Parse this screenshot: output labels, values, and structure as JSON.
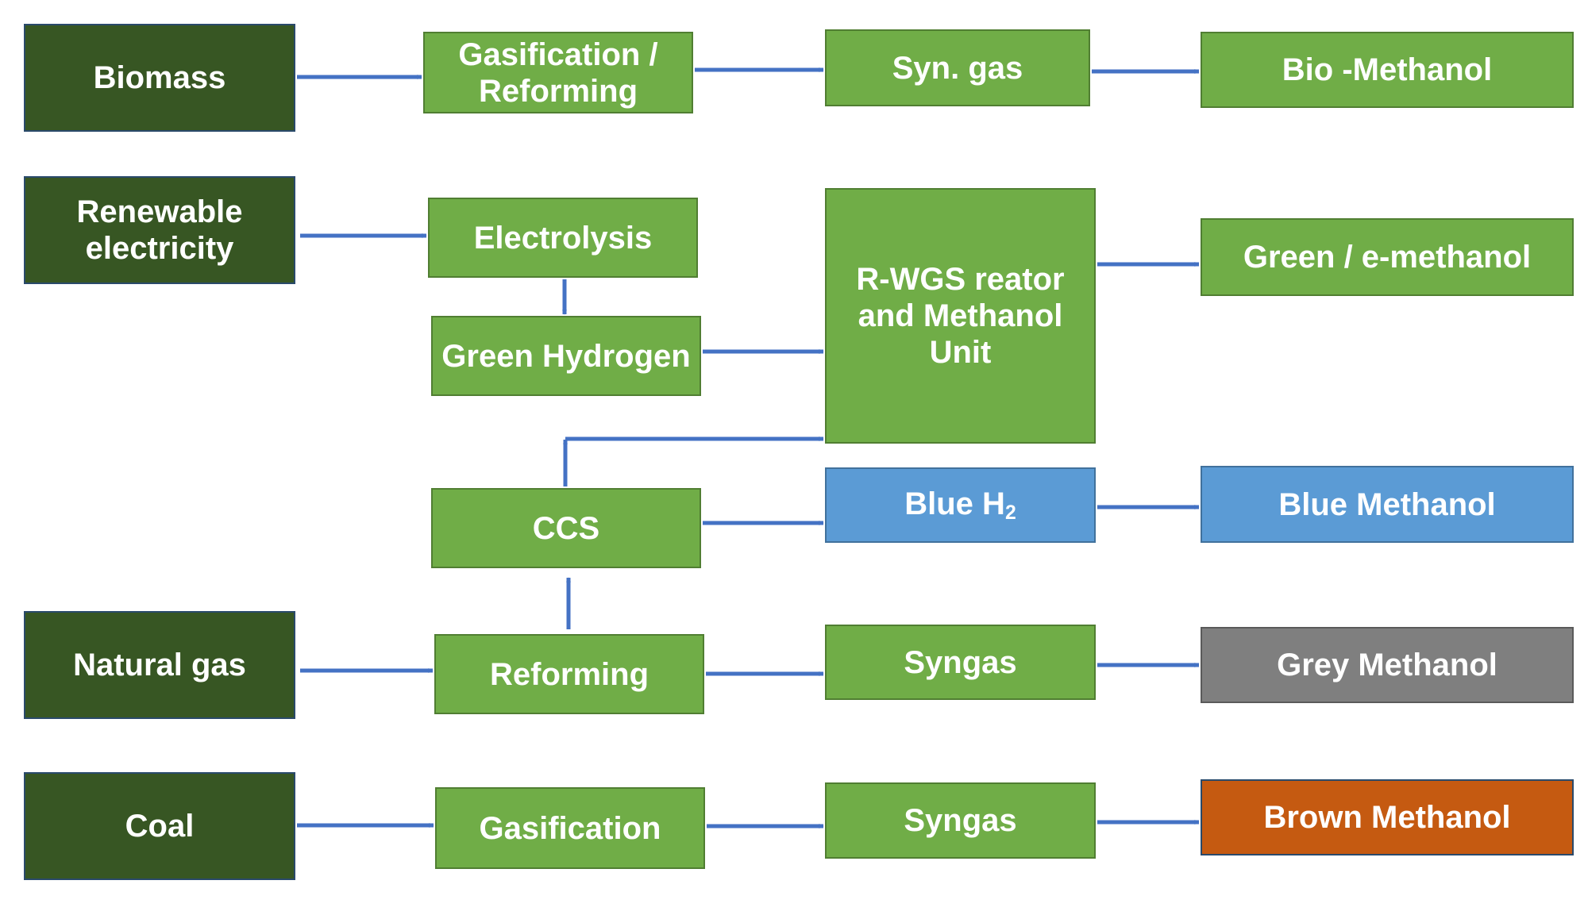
{
  "sources": {
    "biomass": "Biomass",
    "renewable_electricity": "Renewable electricity",
    "natural_gas": "Natural gas",
    "coal": "Coal"
  },
  "processes": {
    "gasification_reforming": "Gasification / Reforming",
    "syn_gas": "Syn. gas",
    "electrolysis": "Electrolysis",
    "green_hydrogen": "Green Hydrogen",
    "rwgs_unit": "R-WGS reator and Methanol Unit",
    "ccs": "CCS",
    "blue_h2_base": "Blue H",
    "blue_h2_sub": "2",
    "reforming": "Reforming",
    "syngas_gas": "Syngas",
    "gasification": "Gasification",
    "syngas_coal": "Syngas"
  },
  "products": {
    "bio_methanol": "Bio -Methanol",
    "green_methanol": "Green / e-methanol",
    "blue_methanol": "Blue Methanol",
    "grey_methanol": "Grey Methanol",
    "brown_methanol": "Brown Methanol"
  },
  "colors": {
    "source_fill": "#375623",
    "process_fill": "#70ad47",
    "blue_fill": "#5b9bd5",
    "grey_fill": "#7f7f7f",
    "brown_fill": "#c55a11",
    "arrow": "#4472c4"
  }
}
